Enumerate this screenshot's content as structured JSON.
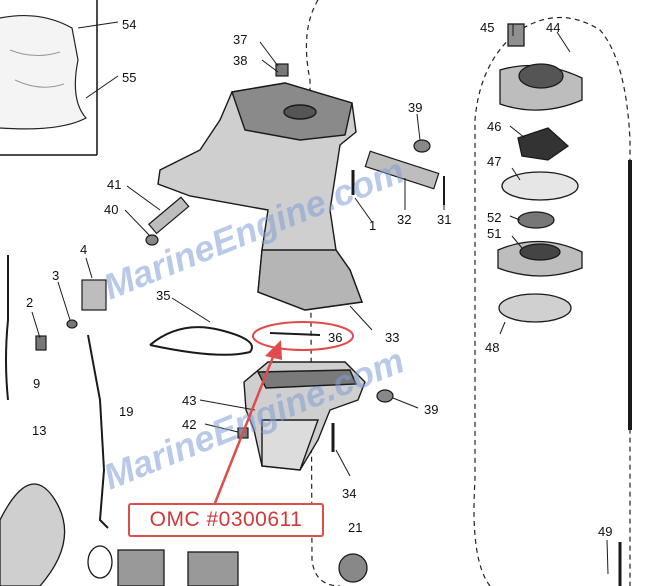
{
  "watermark": {
    "text": "MarineEngine.com",
    "color": "#7f9fd6"
  },
  "callout": {
    "label": "OMC #0300611",
    "color": "#e04b4b",
    "target_part": "36"
  },
  "part_numbers": [
    "54",
    "55",
    "37",
    "38",
    "39",
    "45",
    "44",
    "46",
    "47",
    "41",
    "40",
    "1",
    "32",
    "31",
    "52",
    "51",
    "4",
    "3",
    "2",
    "35",
    "36",
    "33",
    "48",
    "9",
    "19",
    "43",
    "42",
    "39",
    "13",
    "34",
    "21",
    "49"
  ]
}
